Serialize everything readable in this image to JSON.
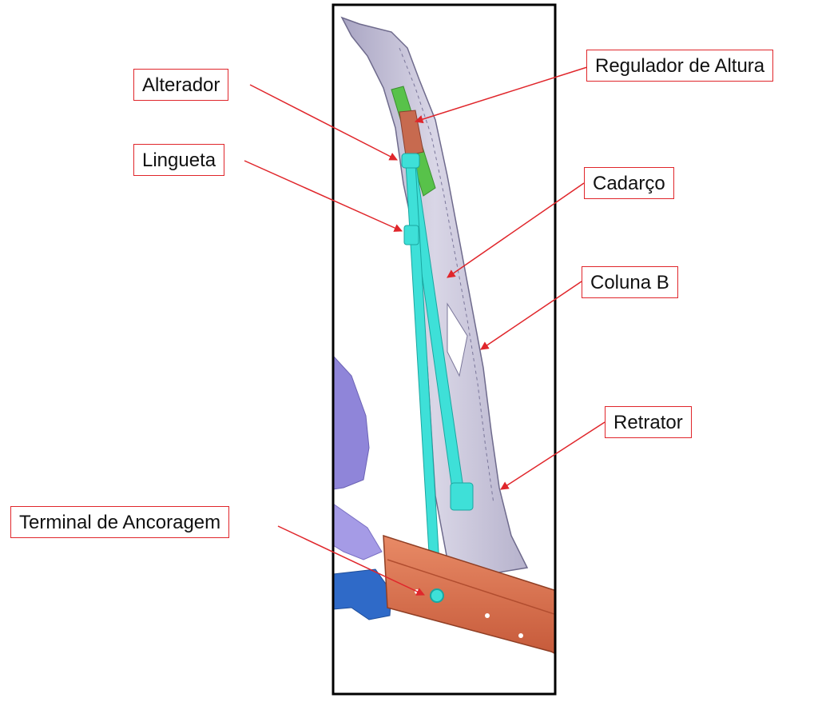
{
  "labels": {
    "alterador": "Alterador",
    "regulador_de_altura": "Regulador de Altura",
    "lingueta": "Lingueta",
    "cadarco": "Cadarço",
    "coluna_b": "Coluna B",
    "retrator": "Retrator",
    "terminal_de_ancoragem": "Terminal de Ancoragem"
  },
  "colors": {
    "callout": "#e0262b",
    "frame": "#000000",
    "pillar": "#c9c6d8",
    "belt": "#3ee0d8",
    "height_adjuster": "#58c24a",
    "height_adjuster_block": "#c76a4f",
    "sill": "#e07a55",
    "side_part_purple": "#8f85d9",
    "side_part_blue": "#2f6ac8"
  }
}
